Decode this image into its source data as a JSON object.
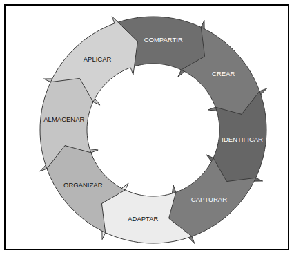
{
  "diagram": {
    "nodes": [
      {
        "text": [
          "COMPARTIR"
        ]
      },
      {
        "text": [
          "CREAR"
        ]
      },
      {
        "text": [
          "IDENTIFICAR"
        ]
      },
      {
        "text": [
          "CAPTURAR"
        ]
      },
      {
        "text": [
          "ADAPTAR"
        ]
      },
      {
        "text": [
          "ORGANIZAR"
        ]
      },
      {
        "text": [
          "ALMACENAR"
        ]
      },
      {
        "text": [
          "APLICAR"
        ]
      }
    ]
  }
}
